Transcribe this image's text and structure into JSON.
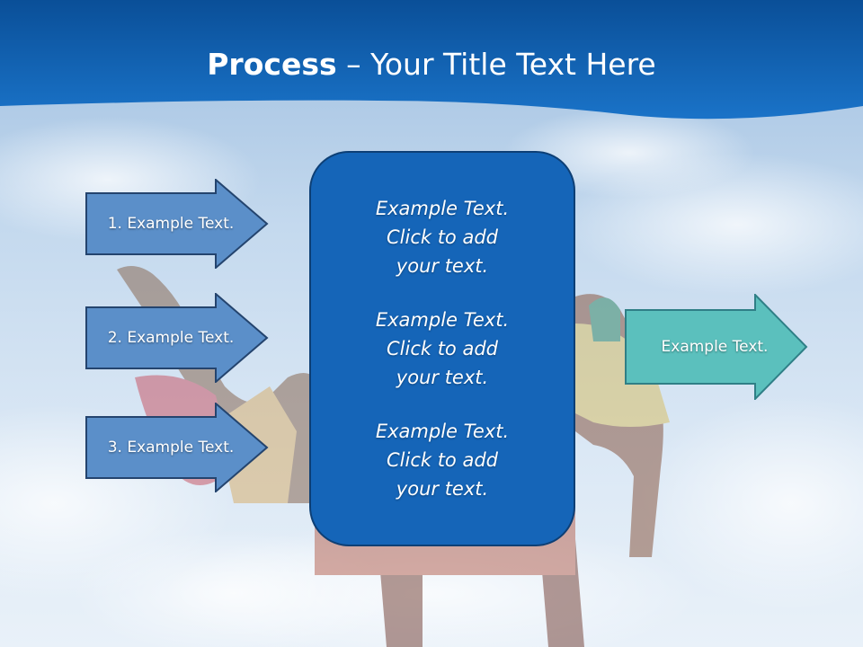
{
  "slide": {
    "title_bold": "Process",
    "title_rest": " – Your Title Text Here"
  },
  "left_arrows": [
    {
      "label": "1. Example Text."
    },
    {
      "label": "2. Example Text."
    },
    {
      "label": "3. Example Text."
    }
  ],
  "center_box": {
    "paragraphs": [
      {
        "line1": "Example Text.",
        "line2": "Click  to add",
        "line3": "your text."
      },
      {
        "line1": "Example Text.",
        "line2": "Click  to add",
        "line3": "your text."
      },
      {
        "line1": "Example Text.",
        "line2": "Click  to add",
        "line3": "your text."
      }
    ]
  },
  "right_arrow": {
    "label": "Example Text."
  },
  "colors": {
    "header_blue": "#0f63b6",
    "left_arrow_fill": "#5b8fc9",
    "left_arrow_stroke": "#24446e",
    "center_box_fill": "#1565b8",
    "right_arrow_fill": "#5bc0bd",
    "right_arrow_stroke": "#2f7f86"
  }
}
